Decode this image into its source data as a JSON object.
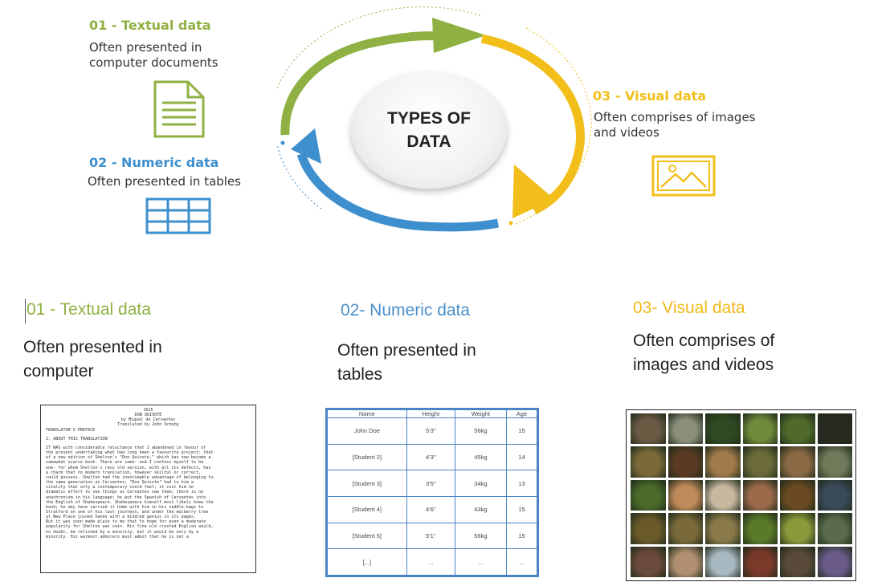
{
  "infographic": {
    "center_title": "TYPES OF\nDATA",
    "items": [
      {
        "title": "01 - Textual data",
        "desc": "Often presented in\ncomputer documents",
        "color": "#8fb143",
        "icon": "document-icon"
      },
      {
        "title": "02 - Numeric data",
        "desc": "Often presented in tables",
        "color": "#3d8fce",
        "icon": "table-icon"
      },
      {
        "title": "03 - Visual data",
        "desc": "Often comprises of images\nand videos",
        "color": "#f2bf1a",
        "icon": "image-icon"
      }
    ]
  },
  "sections": [
    {
      "title": "01 - Textual data",
      "desc": "Often presented in\ncomputer",
      "color": "#8fb143"
    },
    {
      "title": "02- Numeric data",
      "desc": "Often presented in\ntables",
      "color": "#4a8fca"
    },
    {
      "title": "03- Visual data",
      "desc": "Often comprises of\nimages and videos",
      "color": "#f2b818"
    }
  ],
  "document": {
    "header": "1615\nDON QUIXOTE\nby Miguel de Cervantes\nTranslated by John Ormsby",
    "preface_title": "TRANSLATOR'S PREFACE",
    "section_title": "I: ABOUT THIS TRANSLATION",
    "paragraph": "  IT WAS with considerable reluctance that I abandoned in favour of\nthe present undertaking what had long been a favourite project: that\nof a new edition of Shelton's \"Don Quixote,\" which has now become a\nsomewhat scarce book. There are some- and I confess myself to be\none- for whom Shelton's racy old version, with all its defects, has\na charm that no modern translation, however skilful or correct,\ncould possess. Shelton had the inestimable advantage of belonging to\nthe same generation as Cervantes; \"Don Quixote\" had to him a\nvitality that only a contemporary could feel; it cost him no\ndramatic effort to see things as Cervantes saw them; there is no\nanachronism in his language; he put the Spanish of Cervantes into\nthe English of Shakespeare. Shakespeare himself most likely knew the\nbook; he may have carried it home with him in his saddle-bags to\nStratford on one of his last journeys, and under the mulberry tree\nat New Place joined hands with a kindred genius in its pages.\n  But it was soon made plain to me that to hope for even a moderate\npopularity for Shelton was vain. His fine old crusted English would,\nno doubt, be relished by a minority, but it would be only by a\nminority. His warmest admirers must admit that he is not a"
  },
  "table": {
    "headers": [
      "Name",
      "Height",
      "Weight",
      "Age"
    ],
    "rows": [
      [
        "John Doe",
        "5'3\"",
        "56kg",
        "15"
      ],
      [
        "[Student 2]",
        "4'3\"",
        "45kg",
        "14"
      ],
      [
        "[Student 3]",
        "3'5\"",
        "34kg",
        "13"
      ],
      [
        "[Student 4]",
        "4'6\"",
        "43kg",
        "15"
      ],
      [
        "[Student 5]",
        "5'1\"",
        "56kg",
        "15"
      ],
      [
        "[...]",
        "...",
        "...",
        "..."
      ]
    ]
  },
  "image_grid": {
    "colors": [
      "#6b5a44",
      "#8a8f7a",
      "#2f4a22",
      "#6f8a3a",
      "#4f6a2a",
      "#2a2a22",
      "#7a6a3a",
      "#5a3a22",
      "#a07a4a",
      "#6a6a3a",
      "#8a6a44",
      "#6f7a5a",
      "#4a6a2a",
      "#c08a5a",
      "#c8b8a0",
      "#9a6a4a",
      "#6a4a22",
      "#3a4a5a",
      "#6a5a2a",
      "#7a6a3a",
      "#8a7a4a",
      "#5a7a2a",
      "#8a9a3a",
      "#5a6a4a",
      "#6a4a3a",
      "#b09070",
      "#a8b8c0",
      "#7a3a2a",
      "#5a4a3a",
      "#6a5a8a"
    ]
  }
}
